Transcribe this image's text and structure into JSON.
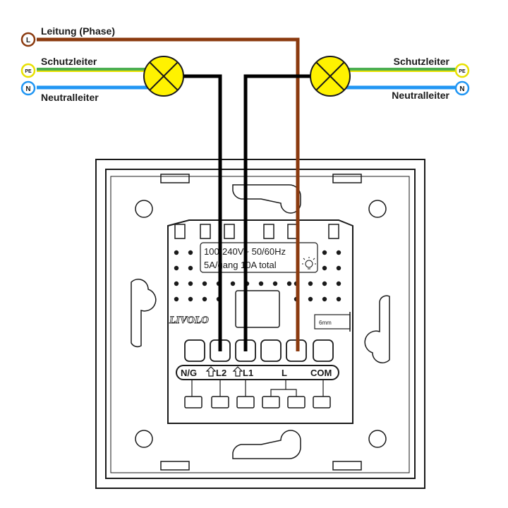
{
  "legend": {
    "phase_label": "Leitung (Phase)",
    "phase_badge": "L",
    "pe_label_left": "Schutzleiter",
    "pe_label_right": "Schutzleiter",
    "pe_badge": "PE",
    "n_label_left": "Neutralleiter",
    "n_label_right": "Neutralleiter",
    "n_badge": "N"
  },
  "device": {
    "spec_line1": "100-240V~ 50/60Hz",
    "spec_line2": "5A/gang 10A total",
    "brand": "LIVOLO",
    "strip_gauge": "6mm"
  },
  "terminals": {
    "ng": "N/G",
    "l2": "L2",
    "l1": "L1",
    "l": "L",
    "com": "COM"
  },
  "colors": {
    "phase": "#8B3A0F",
    "pe_yellow": "#E8E000",
    "pe_green": "#4CAF50",
    "neutral": "#2196F3",
    "switched": "#000000",
    "lamp": "#FFF200",
    "outline": "#1a1a1a"
  },
  "icons": [
    "lamp-icon",
    "bulb-icon",
    "arrow-up-icon"
  ]
}
